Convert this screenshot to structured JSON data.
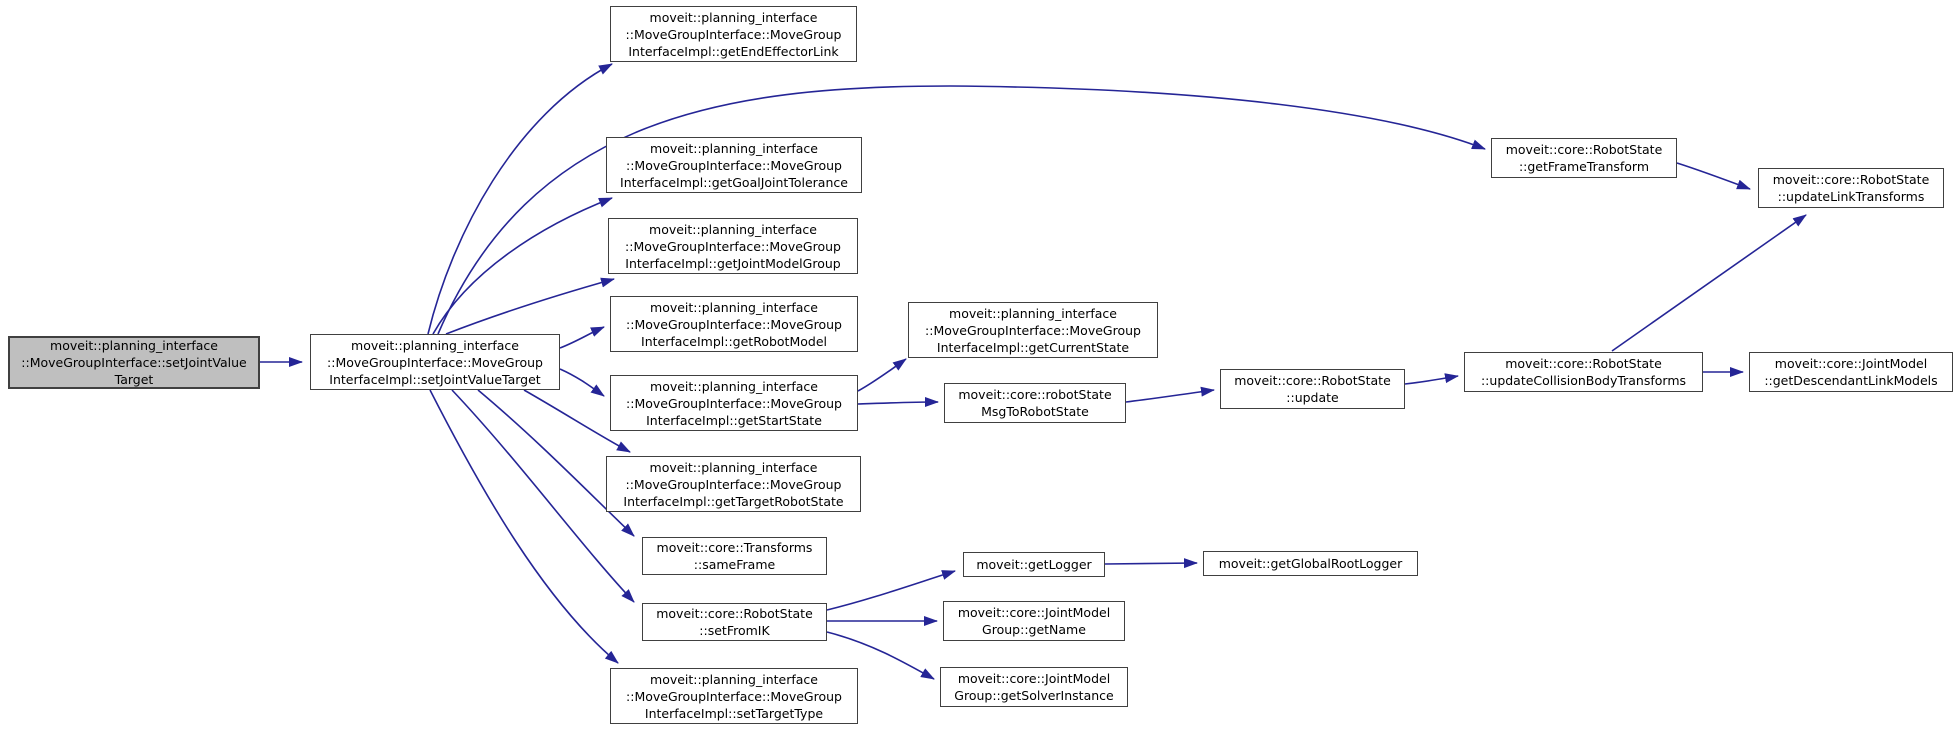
{
  "diagram": {
    "type": "doxygen-call-graph",
    "background": "#ffffff",
    "edge_color": "#252596",
    "node_border_color": "#404040",
    "node_fill": "#ffffff",
    "root_node_fill": "#bfbfbf",
    "nodes": {
      "set_joint_value_target": {
        "label": "moveit::planning_interface\n::MoveGroupInterface::setJointValue\nTarget"
      },
      "impl_set_joint_value_target": {
        "label": "moveit::planning_interface\n::MoveGroupInterface::MoveGroup\nInterfaceImpl::setJointValueTarget"
      },
      "impl_get_end_effector_link": {
        "label": "moveit::planning_interface\n::MoveGroupInterface::MoveGroup\nInterfaceImpl::getEndEffectorLink"
      },
      "impl_get_goal_joint_tolerance": {
        "label": "moveit::planning_interface\n::MoveGroupInterface::MoveGroup\nInterfaceImpl::getGoalJointTolerance"
      },
      "impl_get_joint_model_group": {
        "label": "moveit::planning_interface\n::MoveGroupInterface::MoveGroup\nInterfaceImpl::getJointModelGroup"
      },
      "impl_get_robot_model": {
        "label": "moveit::planning_interface\n::MoveGroupInterface::MoveGroup\nInterfaceImpl::getRobotModel"
      },
      "impl_get_start_state": {
        "label": "moveit::planning_interface\n::MoveGroupInterface::MoveGroup\nInterfaceImpl::getStartState"
      },
      "impl_get_target_robot_state": {
        "label": "moveit::planning_interface\n::MoveGroupInterface::MoveGroup\nInterfaceImpl::getTargetRobotState"
      },
      "transforms_same_frame": {
        "label": "moveit::core::Transforms\n::sameFrame"
      },
      "robot_state_set_from_ik": {
        "label": "moveit::core::RobotState\n::setFromIK"
      },
      "impl_set_target_type": {
        "label": "moveit::planning_interface\n::MoveGroupInterface::MoveGroup\nInterfaceImpl::setTargetType"
      },
      "impl_get_current_state": {
        "label": "moveit::planning_interface\n::MoveGroupInterface::MoveGroup\nInterfaceImpl::getCurrentState"
      },
      "robot_state_msg_to_robot_state": {
        "label": "moveit::core::robotState\nMsgToRobotState"
      },
      "get_logger": {
        "label": "moveit::getLogger"
      },
      "joint_model_group_get_name": {
        "label": "moveit::core::JointModel\nGroup::getName"
      },
      "joint_model_group_get_solver_instance": {
        "label": "moveit::core::JointModel\nGroup::getSolverInstance"
      },
      "robot_state_update": {
        "label": "moveit::core::RobotState\n::update"
      },
      "get_global_root_logger": {
        "label": "moveit::getGlobalRootLogger"
      },
      "robot_state_get_frame_transform": {
        "label": "moveit::core::RobotState\n::getFrameTransform"
      },
      "robot_state_update_collision_body_transforms": {
        "label": "moveit::core::RobotState\n::updateCollisionBodyTransforms"
      },
      "robot_state_update_link_transforms": {
        "label": "moveit::core::RobotState\n::updateLinkTransforms"
      },
      "joint_model_get_descendant_link_models": {
        "label": "moveit::core::JointModel\n::getDescendantLinkModels"
      }
    },
    "edges": [
      {
        "from": "set_joint_value_target",
        "to": "impl_set_joint_value_target"
      },
      {
        "from": "impl_set_joint_value_target",
        "to": "impl_get_end_effector_link"
      },
      {
        "from": "impl_set_joint_value_target",
        "to": "robot_state_get_frame_transform"
      },
      {
        "from": "impl_set_joint_value_target",
        "to": "impl_get_goal_joint_tolerance"
      },
      {
        "from": "impl_set_joint_value_target",
        "to": "impl_get_joint_model_group"
      },
      {
        "from": "impl_set_joint_value_target",
        "to": "impl_get_robot_model"
      },
      {
        "from": "impl_set_joint_value_target",
        "to": "impl_get_start_state"
      },
      {
        "from": "impl_set_joint_value_target",
        "to": "impl_get_target_robot_state"
      },
      {
        "from": "impl_set_joint_value_target",
        "to": "transforms_same_frame"
      },
      {
        "from": "impl_set_joint_value_target",
        "to": "robot_state_set_from_ik"
      },
      {
        "from": "impl_set_joint_value_target",
        "to": "impl_set_target_type"
      },
      {
        "from": "impl_get_start_state",
        "to": "impl_get_current_state"
      },
      {
        "from": "impl_get_start_state",
        "to": "robot_state_msg_to_robot_state"
      },
      {
        "from": "robot_state_msg_to_robot_state",
        "to": "robot_state_update"
      },
      {
        "from": "robot_state_update",
        "to": "robot_state_update_collision_body_transforms"
      },
      {
        "from": "robot_state_update_collision_body_transforms",
        "to": "joint_model_get_descendant_link_models"
      },
      {
        "from": "robot_state_update_collision_body_transforms",
        "to": "robot_state_update_link_transforms"
      },
      {
        "from": "robot_state_get_frame_transform",
        "to": "robot_state_update_link_transforms"
      },
      {
        "from": "get_logger",
        "to": "get_global_root_logger"
      },
      {
        "from": "robot_state_set_from_ik",
        "to": "get_logger"
      },
      {
        "from": "robot_state_set_from_ik",
        "to": "joint_model_group_get_name"
      },
      {
        "from": "robot_state_set_from_ik",
        "to": "joint_model_group_get_solver_instance"
      }
    ]
  }
}
